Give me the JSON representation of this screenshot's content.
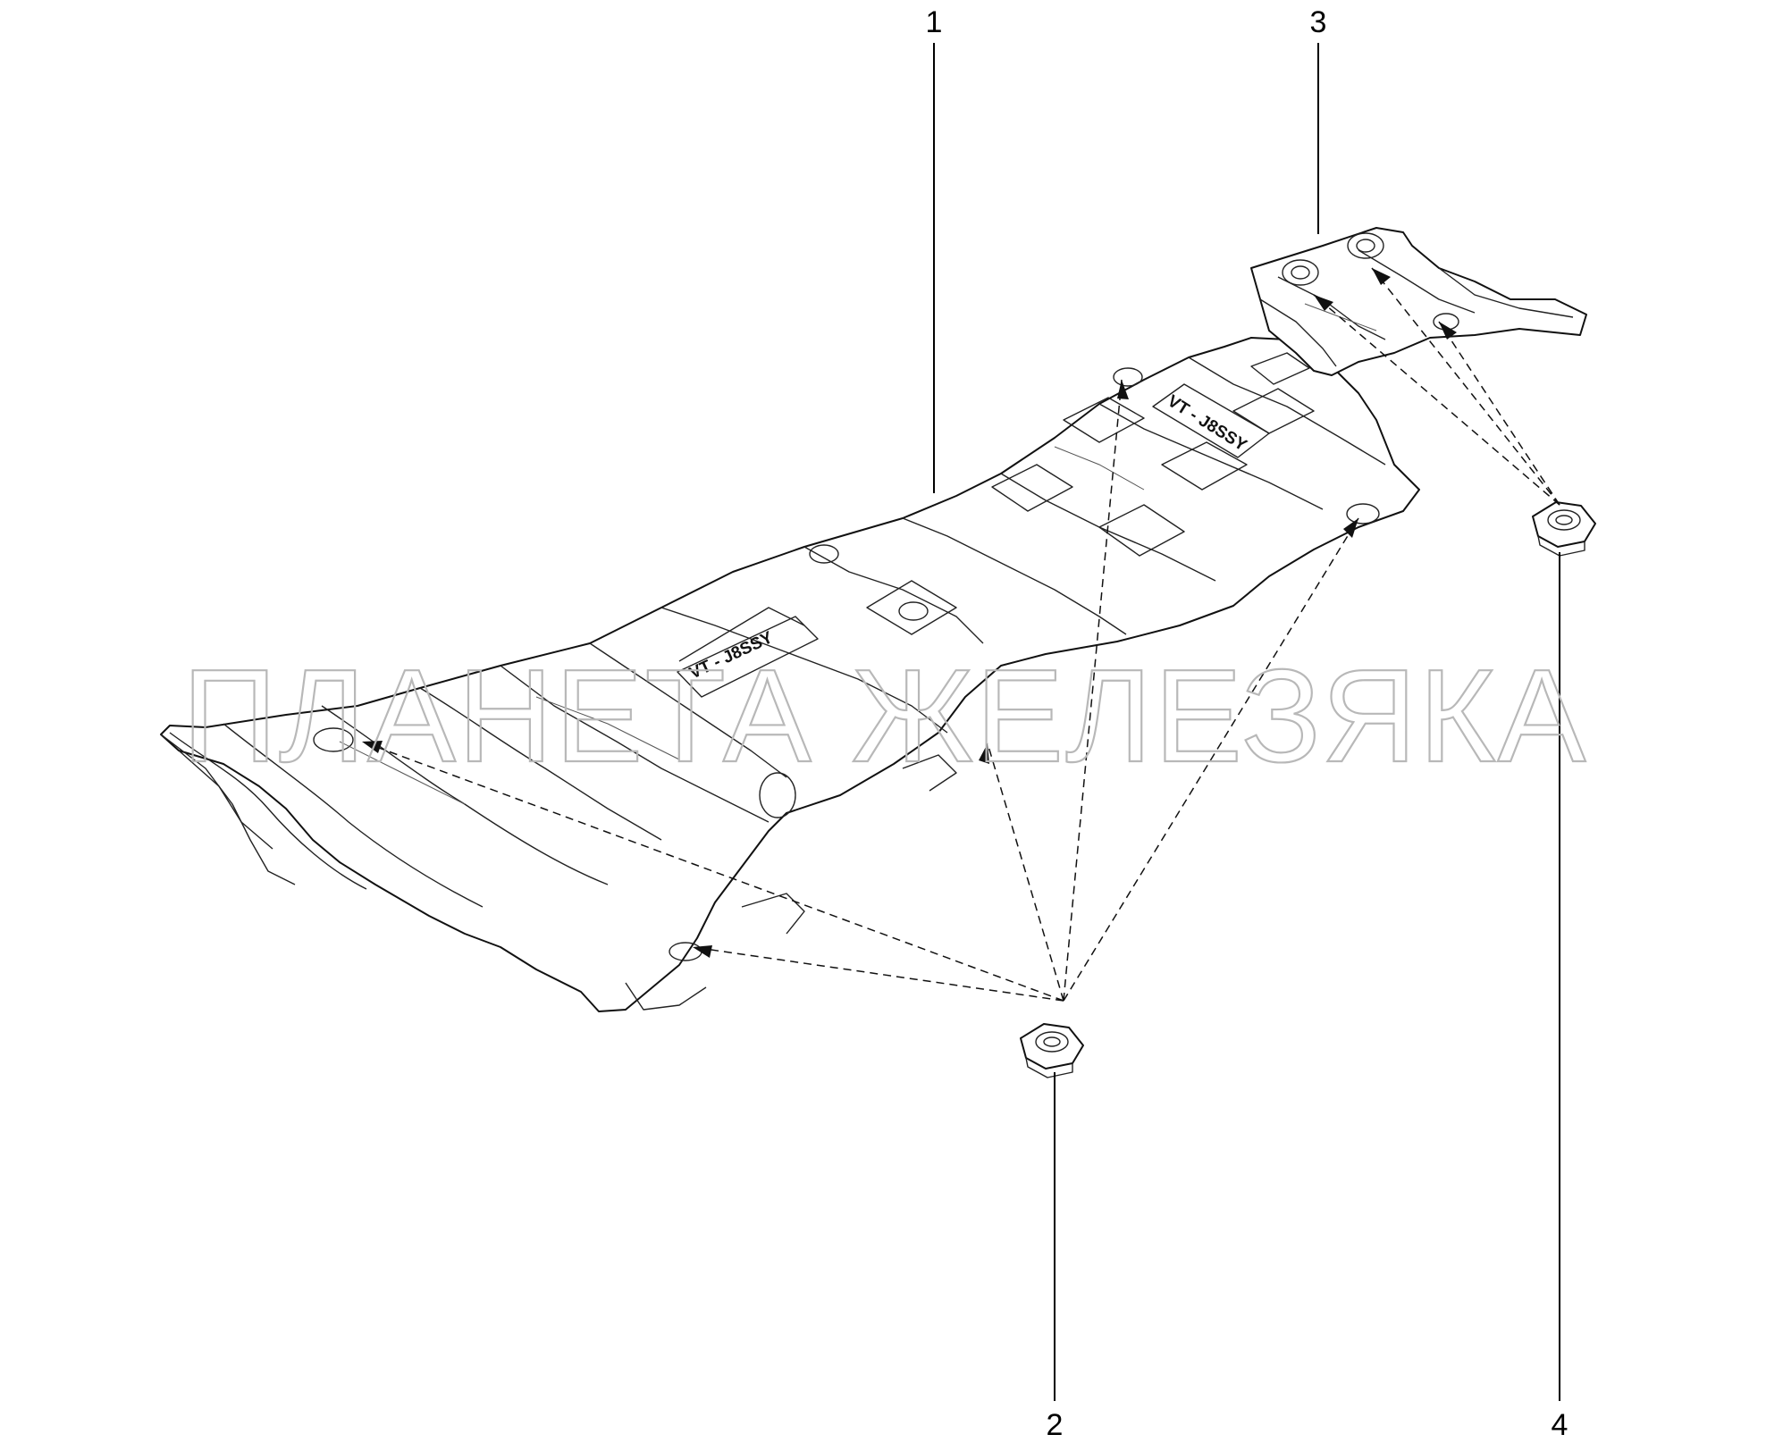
{
  "callouts": {
    "part_1": "1",
    "part_2": "2",
    "part_3": "3",
    "part_4": "4"
  },
  "watermark": "ПЛАНЕТА ЖЕЛЕЗЯКА",
  "stamps": {
    "front_shield": "VT - J8SSY",
    "rear_shield": "VT - J8SSY"
  },
  "colors": {
    "line": "#111111",
    "watermark": "#b8b8b8",
    "background": "#ffffff"
  }
}
